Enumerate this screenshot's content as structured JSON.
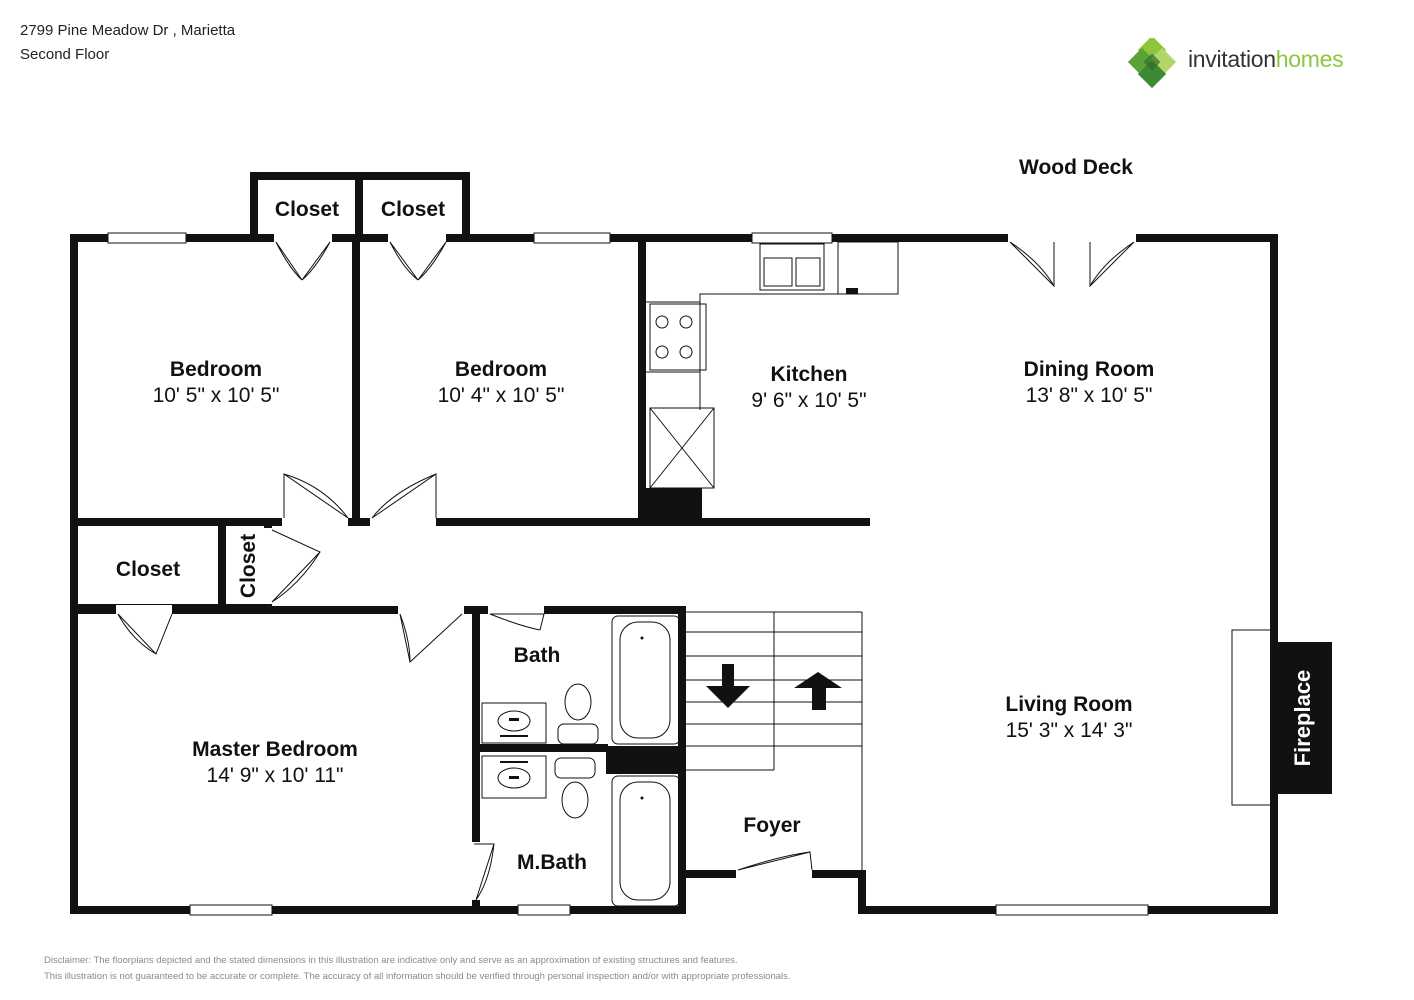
{
  "header": {
    "address": "2799 Pine Meadow Dr , Marietta",
    "floor": "Second Floor"
  },
  "brand": {
    "name_part1": "invitation",
    "name_part2": "homes",
    "primary_color": "#8ec63f",
    "text_color": "#333333"
  },
  "outside": {
    "wood_deck": "Wood Deck"
  },
  "rooms": {
    "bedroom1": {
      "name": "Bedroom",
      "dims": "10' 5\" x 10' 5\""
    },
    "bedroom2": {
      "name": "Bedroom",
      "dims": "10' 4\" x 10' 5\""
    },
    "kitchen": {
      "name": "Kitchen",
      "dims": "9' 6\" x 10' 5\""
    },
    "dining": {
      "name": "Dining Room",
      "dims": "13' 8\" x 10' 5\""
    },
    "living": {
      "name": "Living Room",
      "dims": "15' 3\" x 14' 3\""
    },
    "master": {
      "name": "Master Bedroom",
      "dims": "14' 9\" x 10' 11\""
    },
    "bath": {
      "name": "Bath"
    },
    "mbath": {
      "name": "M.Bath"
    },
    "foyer": {
      "name": "Foyer"
    },
    "closet_top1": {
      "name": "Closet"
    },
    "closet_top2": {
      "name": "Closet"
    },
    "closet_left": {
      "name": "Closet"
    },
    "closet_narrow": {
      "name": "Closet"
    },
    "fireplace": {
      "name": "Fireplace"
    }
  },
  "disclaimer": {
    "line1": "Disclaimer: The floorplans depicted and the stated dimensions in this illustration are indicative only and serve as an approximation of existing structures and features.",
    "line2": "This illustration is not guaranteed to be accurate or complete. The accuracy of all information should be verified through personal inspection and/or with appropriate professionals."
  }
}
